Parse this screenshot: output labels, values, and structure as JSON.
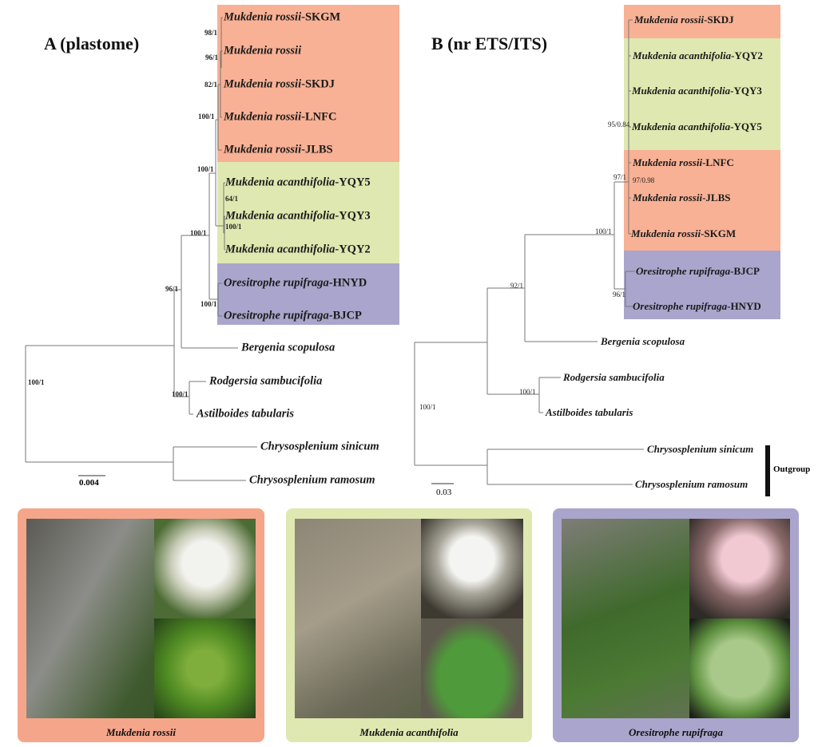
{
  "colors": {
    "rossii": "#f8b195",
    "acanthifolia": "#dfe8b0",
    "oresitrophe": "#aaa5cc"
  },
  "panelA": {
    "title": "A (plastome)",
    "leaves": [
      {
        "genus": "Mukdenia rossii",
        "suffix": "-SKGM"
      },
      {
        "genus": "Mukdenia rossii",
        "suffix": ""
      },
      {
        "genus": "Mukdenia rossii",
        "suffix": "-SKDJ"
      },
      {
        "genus": "Mukdenia rossii",
        "suffix": "-LNFC"
      },
      {
        "genus": "Mukdenia rossii",
        "suffix": "-JLBS"
      },
      {
        "genus": "Mukdenia acanthifolia",
        "suffix": "-YQY5"
      },
      {
        "genus": "Mukdenia acanthifolia",
        "suffix": "-YQY3"
      },
      {
        "genus": "Mukdenia acanthifolia",
        "suffix": "-YQY2"
      },
      {
        "genus": "Oresitrophe rupifraga",
        "suffix": "-HNYD"
      },
      {
        "genus": "Oresitrophe rupifraga",
        "suffix": "-BJCP"
      },
      {
        "genus": "Bergenia scopulosa",
        "suffix": ""
      },
      {
        "genus": "Rodgersia sambucifolia",
        "suffix": ""
      },
      {
        "genus": "Astilboides tabularis",
        "suffix": ""
      },
      {
        "genus": "Chrysosplenium sinicum",
        "suffix": ""
      },
      {
        "genus": "Chrysosplenium ramosum",
        "suffix": ""
      }
    ],
    "support": [
      "98/1",
      "96/1",
      "82/1",
      "100/1",
      "100/1",
      "64/1",
      "100/1",
      "100/1",
      "96/1",
      "100/1",
      "100/1",
      "100/1"
    ],
    "scale": "0.004"
  },
  "panelB": {
    "title": "B (nr ETS/ITS)",
    "leaves": [
      {
        "genus": "Mukdenia rossii",
        "suffix": "-SKDJ"
      },
      {
        "genus": "Mukdenia acanthifolia",
        "suffix": "-YQY2"
      },
      {
        "genus": "Mukdenia acanthifolia",
        "suffix": "-YQY3"
      },
      {
        "genus": "Mukdenia acanthifolia",
        "suffix": "-YQY5"
      },
      {
        "genus": "Mukdenia rossii",
        "suffix": "-LNFC"
      },
      {
        "genus": "Mukdenia rossii",
        "suffix": "-JLBS"
      },
      {
        "genus": "Mukdenia rossii",
        "suffix": "-SKGM"
      },
      {
        "genus": "Oresitrophe rupifraga",
        "suffix": "-BJCP"
      },
      {
        "genus": "Oresitrophe rupifraga",
        "suffix": "-HNYD"
      },
      {
        "genus": "Bergenia scopulosa",
        "suffix": ""
      },
      {
        "genus": "Rodgersia sambucifolia",
        "suffix": ""
      },
      {
        "genus": "Astilboides tabularis",
        "suffix": ""
      },
      {
        "genus": "Chrysosplenium sinicum",
        "suffix": ""
      },
      {
        "genus": "Chrysosplenium ramosum",
        "suffix": ""
      }
    ],
    "support": [
      "95/0.84",
      "97/1",
      "97/0.98",
      "100/1",
      "96/1",
      "92/1",
      "100/1",
      "100/1"
    ],
    "scale": "0.03",
    "outgroup": "Outgroup"
  },
  "photos": [
    {
      "caption": "Mukdenia rossii"
    },
    {
      "caption": "Mukdenia acanthifolia"
    },
    {
      "caption": "Oresitrophe rupifraga"
    }
  ]
}
